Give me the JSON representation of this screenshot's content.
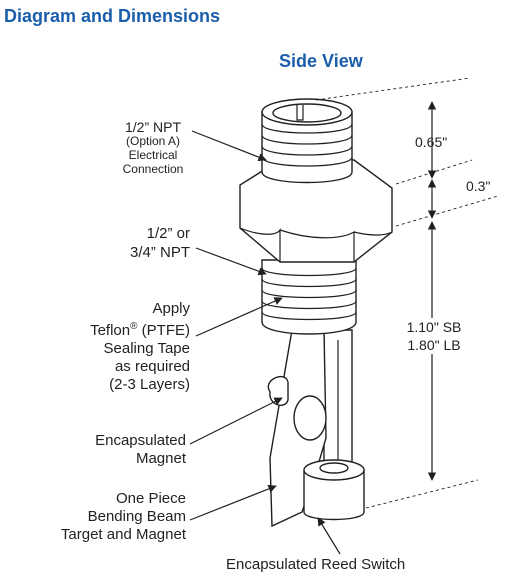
{
  "heading": "Diagram and Dimensions",
  "view_title": "Side View",
  "labels": {
    "npt_top_1": "1/2” NPT",
    "npt_top_2": "(Option A)",
    "npt_top_3": "Electrical",
    "npt_top_4": "Connection",
    "npt_mid_1": "1/2” or",
    "npt_mid_2": "3/4” NPT",
    "tape_1": "Apply",
    "tape_2a": "Teflon",
    "tape_2b": "®",
    "tape_2c": " (PTFE)",
    "tape_3": "Sealing Tape",
    "tape_4": "as required",
    "tape_5": "(2-3 Layers)",
    "magnet_1": "Encapsulated",
    "magnet_2": "Magnet",
    "beam_1": "One Piece",
    "beam_2": "Bending Beam",
    "beam_3": "Target and Magnet",
    "reed": "Encapsulated Reed Switch"
  },
  "dimensions": {
    "d1": "0.65\"",
    "d2": "0.3\"",
    "d3a": "1.10\" SB",
    "d3b": "1.80\" LB"
  },
  "colors": {
    "title_blue": "#1b5eab",
    "ink": "#231f20"
  }
}
